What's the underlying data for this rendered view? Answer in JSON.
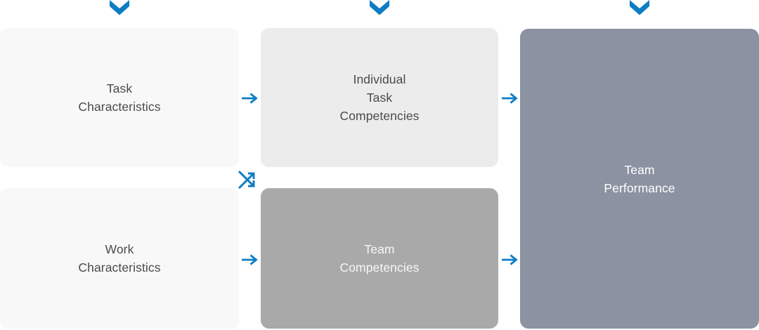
{
  "colors": {
    "background": "#ffffff",
    "arrow_blue": "#0e7dc4",
    "box_light": "#f8f8f8",
    "box_light_gray": "#ececec",
    "box_medium_gray": "#a9a9a9",
    "box_blue_gray": "#8b92a2",
    "text_dark": "#4a4a4a",
    "text_on_medium": "#f7f7f7",
    "text_on_blue_gray": "#ffffff"
  },
  "boxes": {
    "task_characteristics": {
      "lines": [
        "Task",
        "Characteristics"
      ]
    },
    "work_characteristics": {
      "lines": [
        "Work",
        "Characteristics"
      ]
    },
    "individual_task_competencies": {
      "lines": [
        "Individual",
        "Task",
        "Competencies"
      ]
    },
    "team_competencies": {
      "lines": [
        "Team",
        "Competencies"
      ]
    },
    "team_performance": {
      "lines": [
        "Team",
        "Performance"
      ]
    }
  },
  "icons": {
    "top_arrows": "chevron-down",
    "flow_arrows": "arrow-right",
    "cross_link": "crossing-arrows"
  }
}
